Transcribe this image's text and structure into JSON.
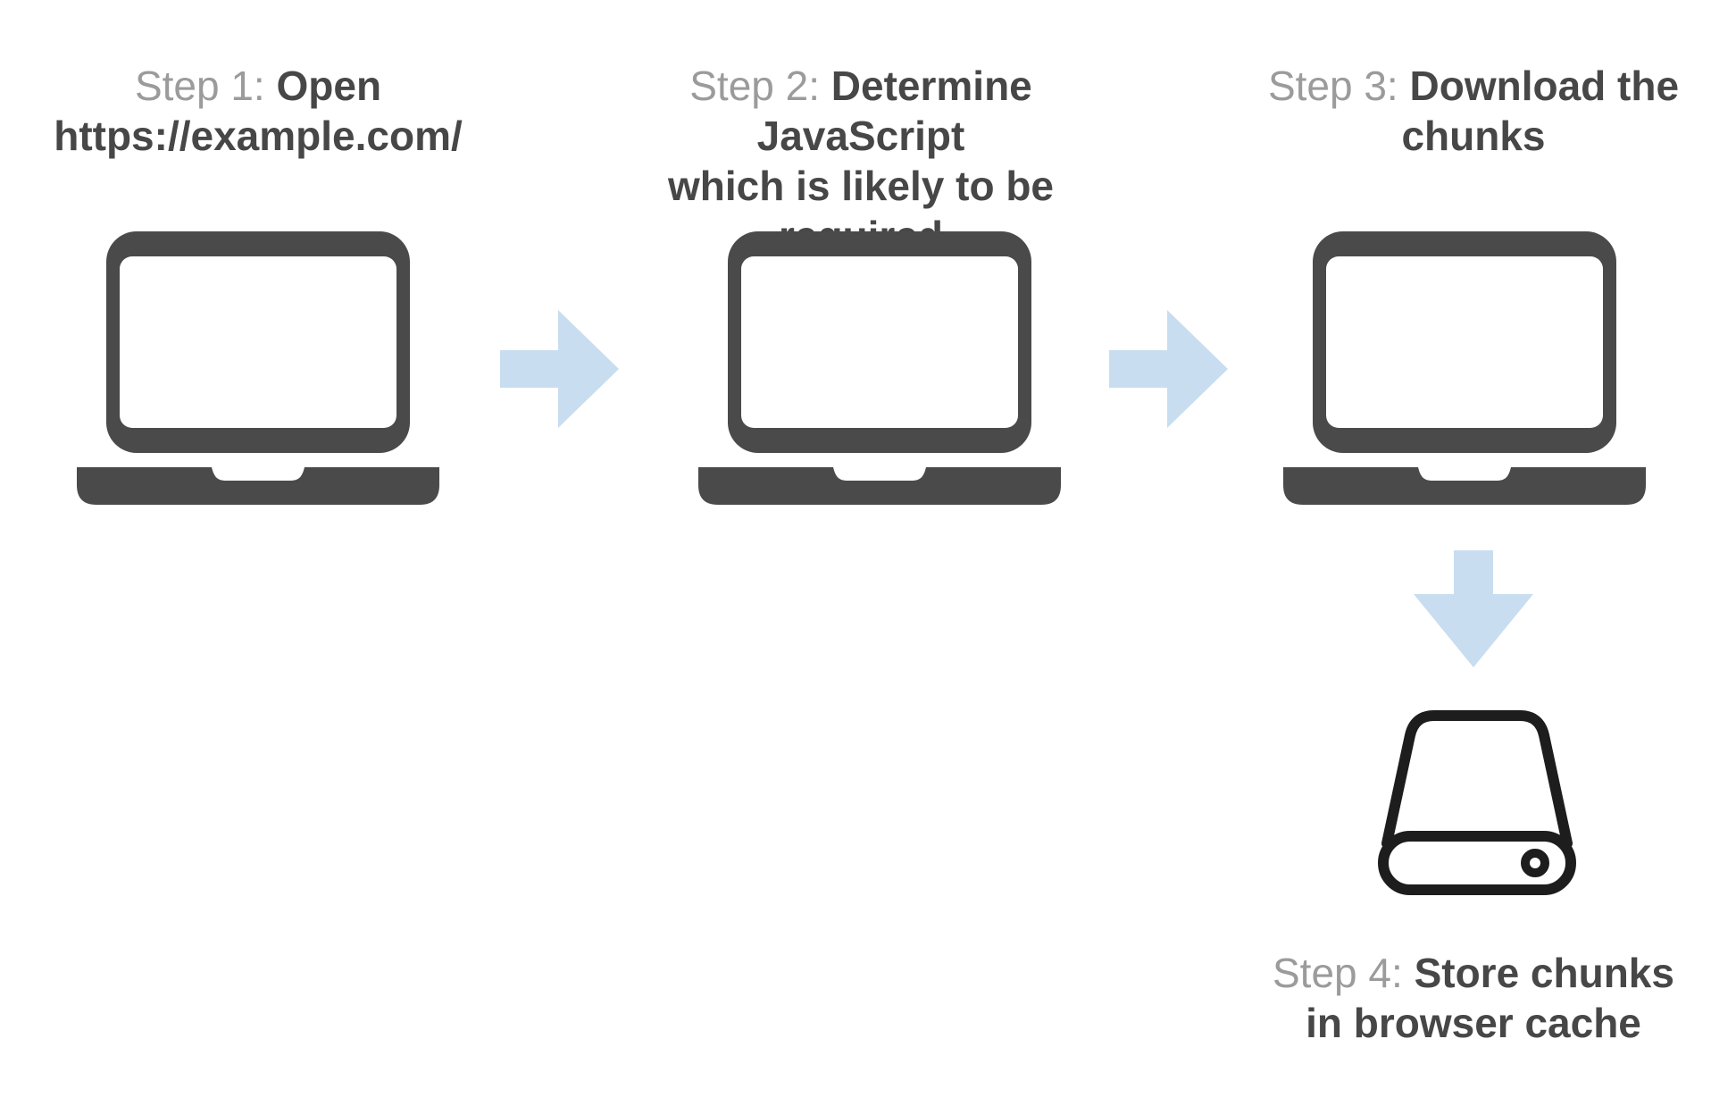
{
  "canvas": {
    "background": "#ffffff"
  },
  "colors": {
    "step_prefix": "#9b9b9b",
    "step_text": "#474747",
    "laptop": "#4a4a4a",
    "arrow": "#c8ddf0",
    "drive": "#1d1d1d"
  },
  "steps": [
    {
      "prefix": "Step 1: ",
      "title_line1": "Open",
      "title_line2": "https://example.com/",
      "icon": "laptop-icon"
    },
    {
      "prefix": "Step 2: ",
      "title_line1": "Determine JavaScript",
      "title_line2": "which is likely to be required",
      "icon": "laptop-icon"
    },
    {
      "prefix": "Step 3: ",
      "title_line1": "Download the",
      "title_line2": "chunks",
      "icon": "laptop-icon"
    },
    {
      "prefix": "Step 4: ",
      "title_line1": "Store chunks",
      "title_line2": "in browser cache",
      "icon": "hard-drive-icon"
    }
  ],
  "connectors": [
    {
      "from": "step-1",
      "to": "step-2",
      "direction": "right",
      "icon": "arrow-right-icon"
    },
    {
      "from": "step-2",
      "to": "step-3",
      "direction": "right",
      "icon": "arrow-right-icon"
    },
    {
      "from": "step-3",
      "to": "step-4",
      "direction": "down",
      "icon": "arrow-down-icon"
    }
  ]
}
